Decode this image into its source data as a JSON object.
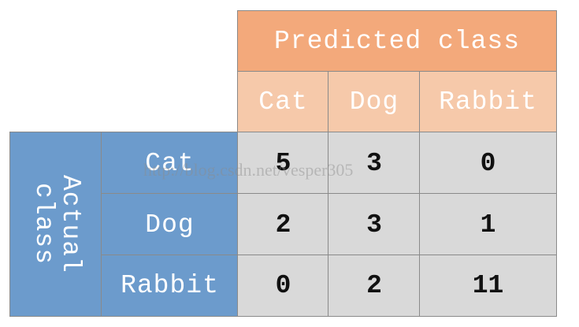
{
  "header": {
    "predicted_label": "Predicted class",
    "actual_label": "Actual class"
  },
  "predicted_classes": [
    "Cat",
    "Dog",
    "Rabbit"
  ],
  "actual_classes": [
    "Cat",
    "Dog",
    "Rabbit"
  ],
  "matrix": [
    [
      5,
      3,
      0
    ],
    [
      2,
      3,
      1
    ],
    [
      0,
      2,
      11
    ]
  ],
  "watermark": "http://blog.csdn.net/vesper305",
  "colors": {
    "predicted_header": "#f3a97b",
    "predicted_sub": "#f6c9aa",
    "actual": "#6c9bcc",
    "values": "#d9d9d9"
  }
}
